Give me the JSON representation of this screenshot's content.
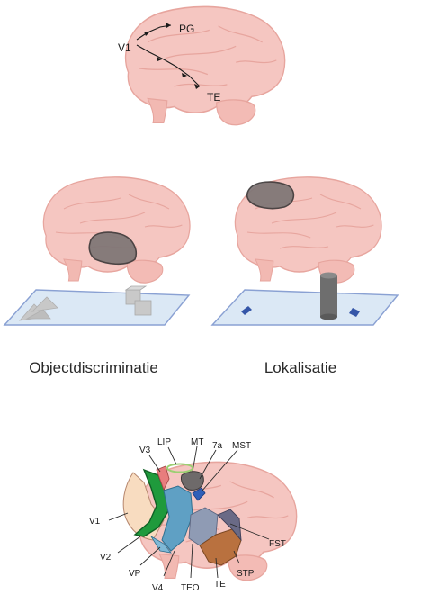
{
  "top_pathway": {
    "labels": {
      "v1": "V1",
      "pg": "PG",
      "te": "TE"
    }
  },
  "experiments": {
    "object_caption": "Objectdiscriminatie",
    "location_caption": "Lokalisatie"
  },
  "visual_areas": {
    "labels": [
      "V3",
      "LIP",
      "MT",
      "7a",
      "MST",
      "V1",
      "FST",
      "V2",
      "VP",
      "V4",
      "TEO",
      "TE",
      "STP"
    ]
  },
  "colors": {
    "brain_fill": "#f5c6c1",
    "brain_outline": "#e7a59e",
    "lesion_fill": "#7d7575",
    "table_fill": "#dbe8f5",
    "table_edge": "#8aa1d3",
    "v1": "#f8dcc0",
    "v2": "#1f9a3c",
    "v3": "#e87d7d",
    "v4": "#5fa0c4",
    "mt": "#6e6a6a",
    "te": "#b9713f",
    "mst": "#2f5fb8",
    "lip": "#9ccf72"
  }
}
